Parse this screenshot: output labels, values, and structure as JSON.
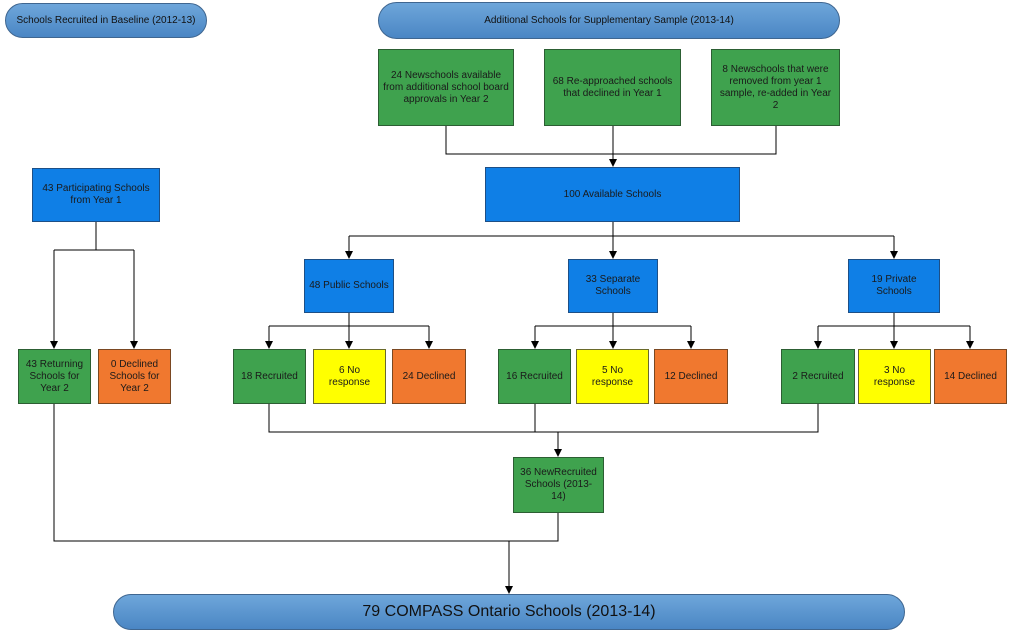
{
  "headers": {
    "baseline": "Schools Recruited in Baseline (2012-13)",
    "supplementary": "Additional Schools for Supplementary Sample (2013-14)"
  },
  "sources": {
    "new_board": "24 Newschools available from additional school board approvals in Year 2",
    "reapproached": "68 Re-approached schools that declined in Year 1",
    "readded": "8 Newschools that were removed from year 1 sample, re-added in Year 2"
  },
  "available": "100 Available Schools",
  "participating": "43 Participating Schools from Year 1",
  "returning": "43 Returning Schools for Year 2",
  "declined_baseline": "0 Declined Schools for Year 2",
  "categories": {
    "public": {
      "title": "48 Public Schools",
      "recruited": "18 Recruited",
      "no_response": "6 No response",
      "declined": "24 Declined"
    },
    "separate": {
      "title": "33 Separate Schools",
      "recruited": "16 Recruited",
      "no_response": "5 No response",
      "declined": "12 Declined"
    },
    "private": {
      "title": "19 Private Schools",
      "recruited": "2 Recruited",
      "no_response": "3 No response",
      "declined": "14 Declined"
    }
  },
  "new_recruited": "36 NewRecruited Schools (2013-14)",
  "final": "79 COMPASS Ontario Schools (2013-14)",
  "colors": {
    "blue": "#0f7fe6",
    "green": "#3fa24e",
    "yellow": "#ffff00",
    "orange": "#f0782f",
    "pill": "#5b9bd5"
  }
}
